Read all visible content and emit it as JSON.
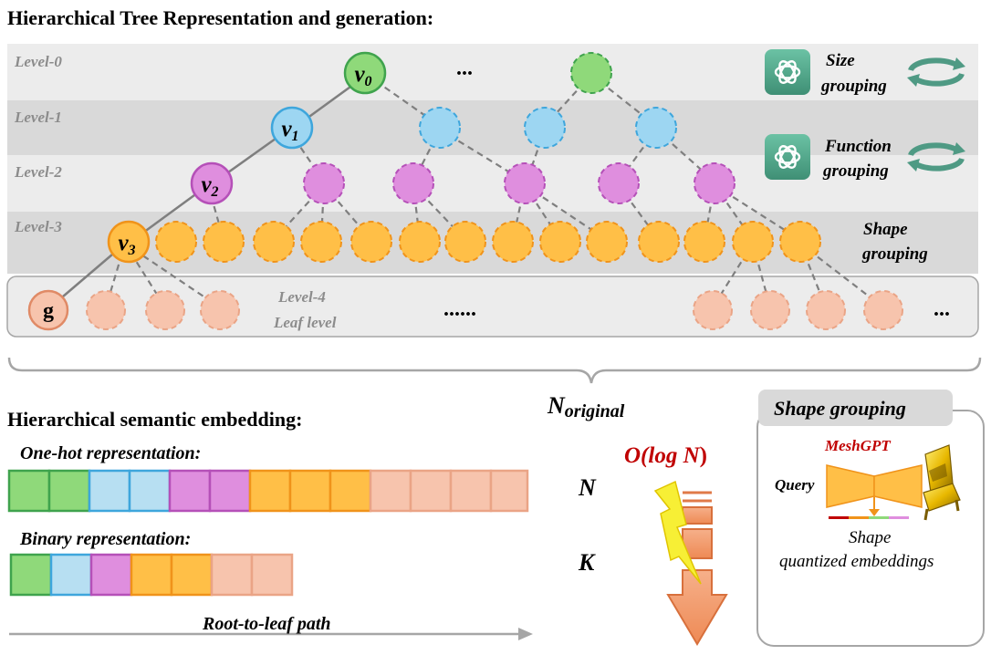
{
  "title_tree": "Hierarchical Tree Representation and generation:",
  "title_embedding": "Hierarchical semantic embedding:",
  "levels": {
    "level0": "Level-0",
    "level1": "Level-1",
    "level2": "Level-2",
    "level3": "Level-3",
    "level4": "Level-4",
    "leaf": "Leaf level"
  },
  "nodes": {
    "v0": "v",
    "v0_sub": "0",
    "v1": "v",
    "v1_sub": "1",
    "v2": "v",
    "v2_sub": "2",
    "v3": "v",
    "v3_sub": "3",
    "g": "g"
  },
  "ellipsis": {
    "top": "...",
    "leaf_middle": "......",
    "leaf_right": "..."
  },
  "groupings": {
    "size_line1": "Size",
    "size_line2": "grouping",
    "function_line1": "Function",
    "function_line2": "grouping",
    "shape_line1": "Shape",
    "shape_line2": "grouping"
  },
  "complexity": {
    "n_original_base": "N",
    "n_original_sub": "original",
    "n": "N",
    "k": "K",
    "olog_prefix": "O(",
    "olog_log": "log ",
    "olog_n": "N",
    "olog_suffix": ")"
  },
  "embedding": {
    "onehot_label": "One-hot representation:",
    "binary_label": "Binary representation:",
    "path_label": "Root-to-leaf path"
  },
  "shape_panel": {
    "title": "Shape grouping",
    "meshgpt": "MeshGPT",
    "query": "Query",
    "shape_word": "Shape",
    "quantized": "quantized embeddings"
  },
  "colors": {
    "green": "#8fd97a",
    "green_stroke": "#3fa34d",
    "blue": "#9dd6f2",
    "blue_stroke": "#3ea6dc",
    "purple": "#df8ede",
    "purple_stroke": "#b550b8",
    "orange": "#ffbf47",
    "orange_stroke": "#f0931a",
    "peach": "#f7c4ad",
    "peach_stroke": "#eaa486",
    "band_dark": "#d9d9d9",
    "band_light": "#ececec",
    "gpt_green": "#4fa88b",
    "arrow_orange": "#f0a070",
    "red_text": "#c00000"
  }
}
